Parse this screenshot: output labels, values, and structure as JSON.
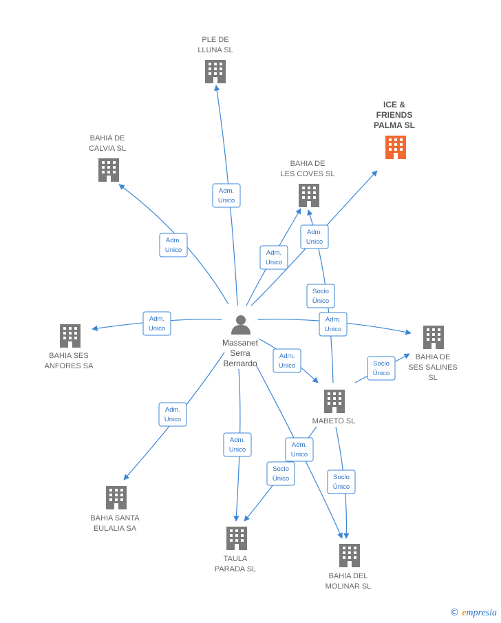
{
  "nodes": {
    "person": {
      "lines": [
        "Massanet",
        "Serra",
        "Bernardo"
      ]
    },
    "ple_lluna": {
      "lines": [
        "PLE DE",
        "LLUNA SL"
      ]
    },
    "ice_friends": {
      "lines": [
        "ICE &",
        "FRIENDS",
        "PALMA  SL"
      ],
      "highlight": true
    },
    "bahia_calvia": {
      "lines": [
        "BAHIA DE",
        "CALVIA  SL"
      ]
    },
    "bahia_coves": {
      "lines": [
        "BAHIA DE",
        "LES COVES  SL"
      ]
    },
    "bahia_anfores": {
      "lines": [
        "BAHIA SES",
        "ANFORES SA"
      ]
    },
    "bahia_salines": {
      "lines": [
        "BAHIA DE",
        "SES SALINES",
        "SL"
      ]
    },
    "mabeto": {
      "lines": [
        "MABETO SL"
      ]
    },
    "bahia_eulalia": {
      "lines": [
        "BAHIA SANTA",
        "EULALIA SA"
      ]
    },
    "taula_parada": {
      "lines": [
        "TAULA",
        "PARADA SL"
      ]
    },
    "bahia_molinar": {
      "lines": [
        "BAHIA DEL",
        "MOLINAR  SL"
      ]
    }
  },
  "edges": [
    {
      "id": "e-ple",
      "label": [
        "Adm.",
        "Unico"
      ]
    },
    {
      "id": "e-calvia",
      "label": [
        "Adm.",
        "Unico"
      ]
    },
    {
      "id": "e-coves",
      "label": [
        "Adm.",
        "Unico"
      ]
    },
    {
      "id": "e-ice",
      "label": [
        "Adm.",
        "Unico"
      ]
    },
    {
      "id": "e-mabeto-coves",
      "label": [
        "Socio",
        "Único"
      ]
    },
    {
      "id": "e-anfores",
      "label": [
        "Adm.",
        "Unico"
      ]
    },
    {
      "id": "e-salines",
      "label": [
        "Adm.",
        "Unico"
      ]
    },
    {
      "id": "e-mabeto",
      "label": [
        "Adm.",
        "Unico"
      ]
    },
    {
      "id": "e-mabeto-salines",
      "label": [
        "Socio",
        "Único"
      ]
    },
    {
      "id": "e-eulalia",
      "label": [
        "Adm.",
        "Unico"
      ]
    },
    {
      "id": "e-taula",
      "label": [
        "Adm.",
        "Unico"
      ]
    },
    {
      "id": "e-molinar",
      "label": [
        "Adm.",
        "Unico"
      ]
    },
    {
      "id": "e-mabeto-taula",
      "label": [
        "Socio",
        "Único"
      ]
    },
    {
      "id": "e-mabeto-molinar",
      "label": [
        "Socio",
        "Único"
      ]
    }
  ],
  "colors": {
    "edge": "#3b86d6",
    "building": "#7a7a7a",
    "building_highlight": "#f26a30",
    "person": "#7a7a7a"
  },
  "footer": {
    "copyright": "©",
    "brand_initial": "e",
    "brand_rest": "mpresia"
  }
}
